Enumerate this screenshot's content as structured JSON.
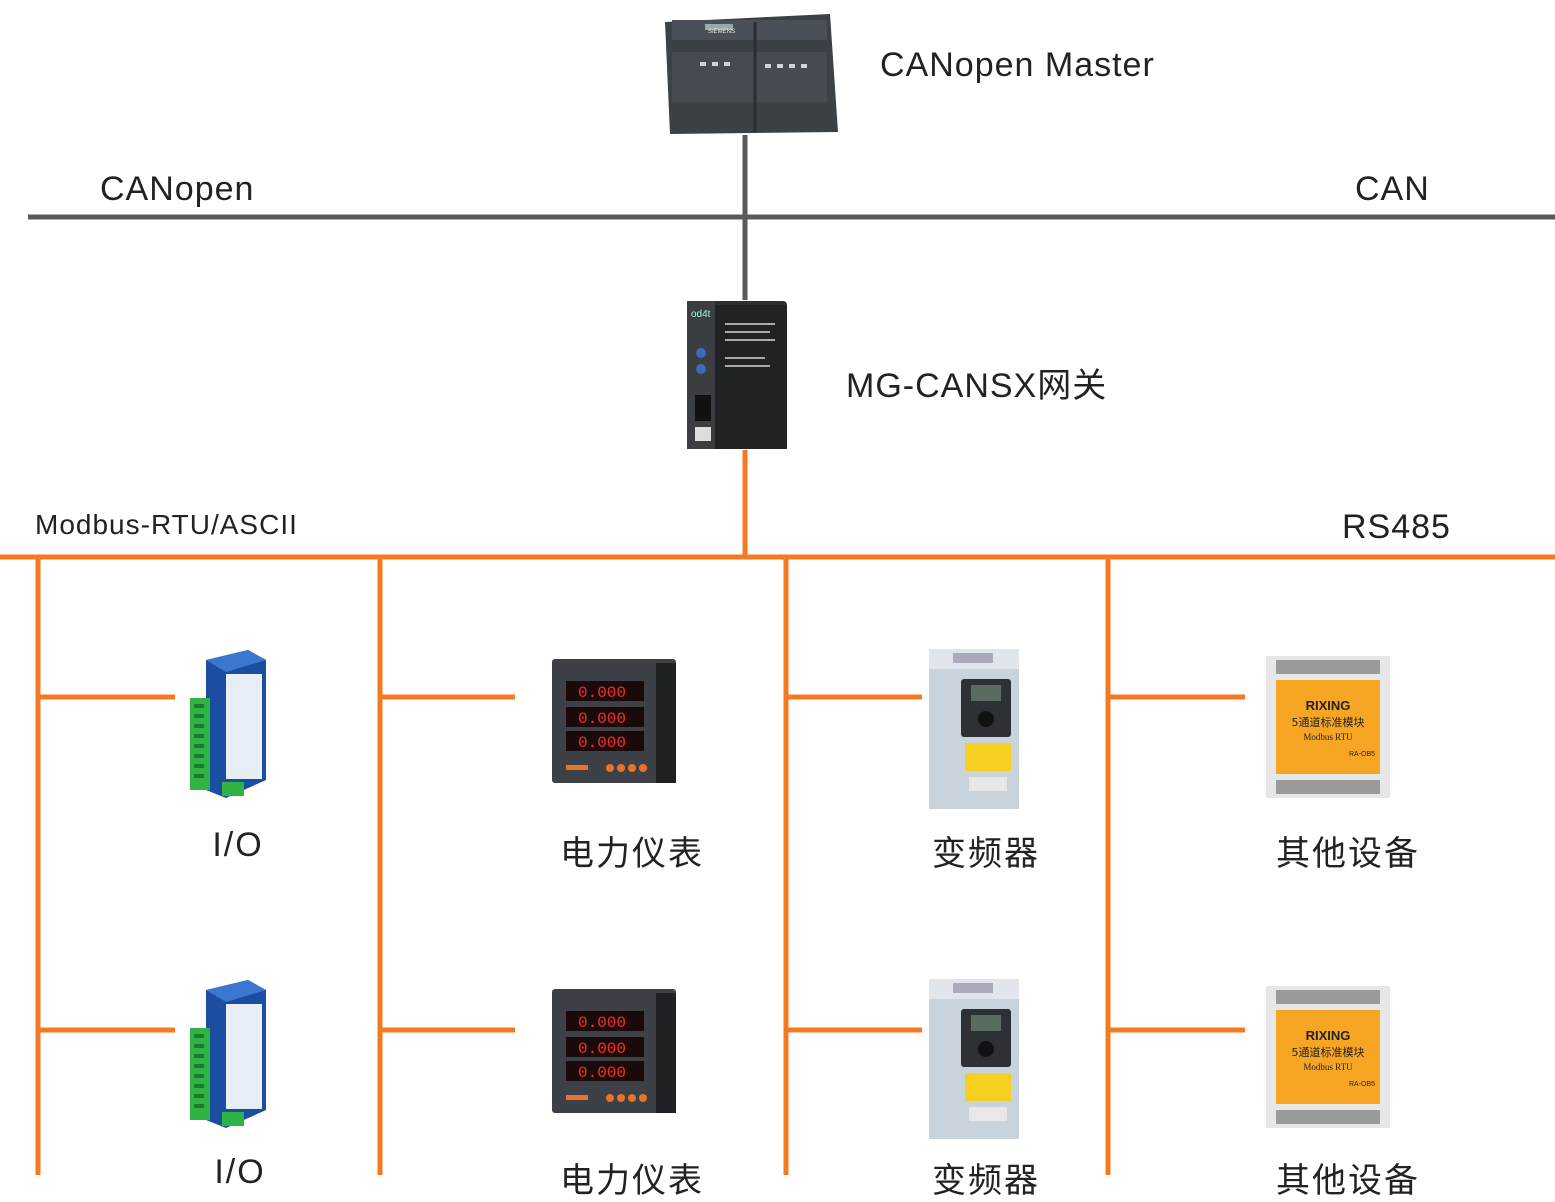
{
  "master": {
    "label": "CANopen Master",
    "brand_text": "SIEMENS"
  },
  "can_bus": {
    "left_label": "CANopen",
    "right_label": "CAN",
    "color": "#5a5a5a"
  },
  "gateway": {
    "label": "MG-CANSX网关",
    "brand_text": "od4t"
  },
  "rs485_bus": {
    "left_label": "Modbus-RTU/ASCII",
    "right_label": "RS485",
    "color": "#f47a20"
  },
  "devices": {
    "row1": [
      {
        "label": "I/O",
        "icon": "io-module-icon"
      },
      {
        "label": "电力仪表",
        "icon": "power-meter-icon"
      },
      {
        "label": "变频器",
        "icon": "inverter-icon"
      },
      {
        "label": "其他设备",
        "icon": "relay-module-icon"
      }
    ],
    "row2": [
      {
        "label": "I/O",
        "icon": "io-module-icon"
      },
      {
        "label": "电力仪表",
        "icon": "power-meter-icon"
      },
      {
        "label": "变频器",
        "icon": "inverter-icon"
      },
      {
        "label": "其他设备",
        "icon": "relay-module-icon"
      }
    ]
  },
  "meter_display": "0.000",
  "relay_module": {
    "brand": "RIXING",
    "line1": "5通道标准模块",
    "line2": "Modbus RTU",
    "model": "RA-OB5"
  }
}
